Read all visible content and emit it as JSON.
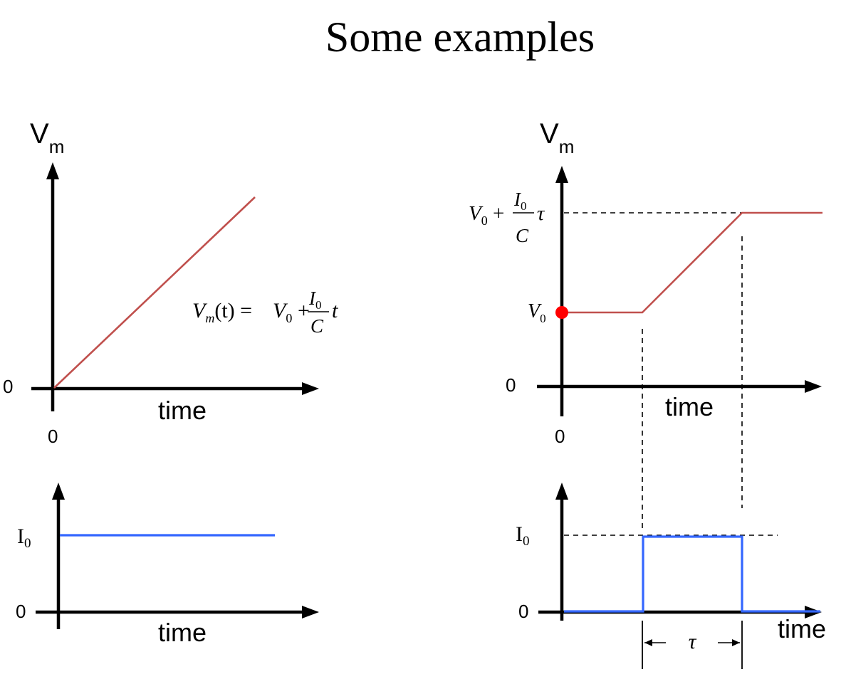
{
  "title": "Some examples",
  "colors": {
    "voltage_trace": "#c0504d",
    "current_trace": "#3366ff",
    "initial_point": "#ff0000",
    "axes": "#000000"
  },
  "left": {
    "vm_axis": {
      "symbol": "V",
      "subscript": "m"
    },
    "zero_y": "0",
    "zero_x": "0",
    "time_label": "time",
    "equation": {
      "lhs_v": "V",
      "lhs_sub": "m",
      "lhs_arg": "(t) =",
      "v0_v": "V",
      "v0_sub": "0",
      "plus": "+",
      "frac_num_i": "I",
      "frac_num_sub": "0",
      "frac_den": "C",
      "tail": "t"
    },
    "current": {
      "i0_symbol": "I",
      "i0_sub": "0",
      "zero": "0",
      "time_label": "time"
    }
  },
  "right": {
    "vm_axis": {
      "symbol": "V",
      "subscript": "m"
    },
    "top_level": {
      "v": "V",
      "sub": "0",
      "plus": "+",
      "num_i": "I",
      "num_sub": "0",
      "den": "C",
      "tau": "τ"
    },
    "v0_label": {
      "v": "V",
      "sub": "0"
    },
    "zero_y": "0",
    "zero_x": "0",
    "time_label": "time",
    "current": {
      "i0_symbol": "I",
      "i0_sub": "0",
      "zero": "0",
      "time_label": "time"
    },
    "tau_label": "τ"
  }
}
